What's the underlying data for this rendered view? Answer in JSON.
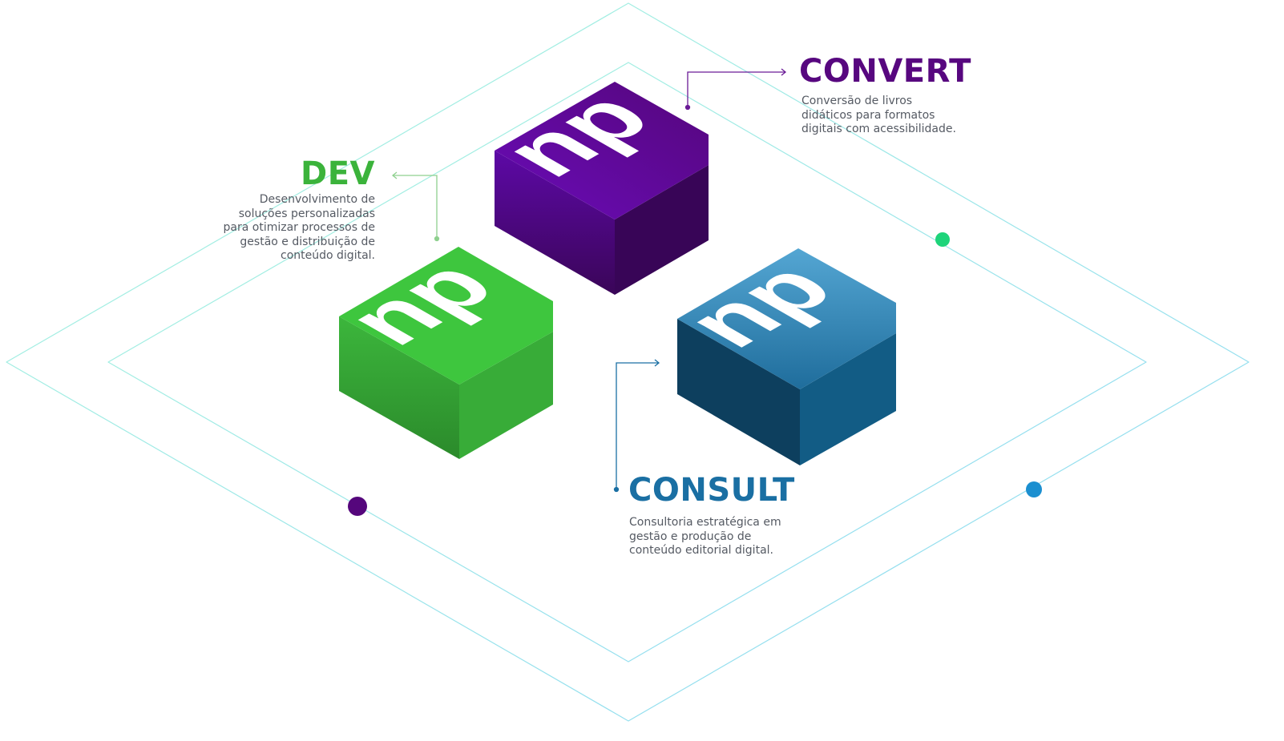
{
  "colors": {
    "dev": "#3bb33b",
    "convert": "#57077f",
    "consult": "#1a6fa3",
    "rings": "#9ee8f0"
  },
  "logo_text": "np",
  "dev": {
    "title": "DEV",
    "description_lines": [
      "Desenvolvimento de",
      "soluções personalizadas",
      "para otimizar processos de",
      "gestão e distribuição de",
      "conteúdo digital."
    ]
  },
  "convert": {
    "title": "CONVERT",
    "description_lines": [
      "Conversão de livros",
      "didáticos para formatos",
      "digitais com acessibilidade."
    ]
  },
  "consult": {
    "title": "CONSULT",
    "description_lines": [
      "Consultoria estratégica em",
      "gestão e produção de",
      "conteúdo editorial digital."
    ]
  }
}
